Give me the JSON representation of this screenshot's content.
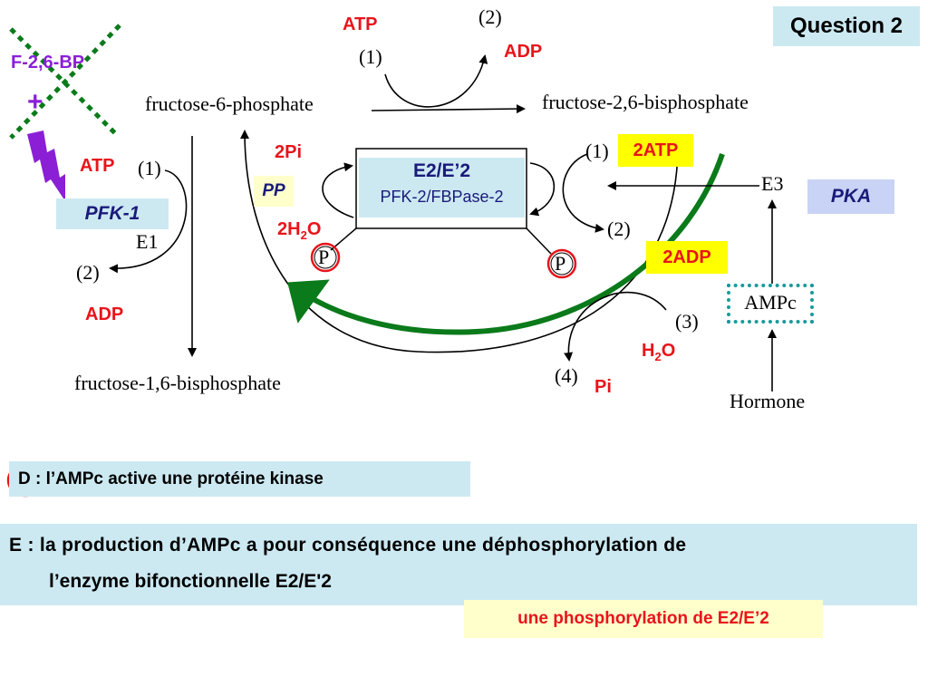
{
  "title": "Question 2",
  "top_reaction": {
    "substrate": "fructose-6-phosphate",
    "product": "fructose-2,6-bisphosphate",
    "atp": "ATP",
    "adp": "ADP",
    "step1": "(1)",
    "step2": "(2)"
  },
  "left_reaction": {
    "product": "fructose-1,6-bisphosphate",
    "atp": "ATP",
    "adp": "ADP",
    "step1": "(1)",
    "step2": "(2)",
    "enzyme_label": "E1",
    "enzyme_name": "PFK-1",
    "activator": "F-2,6-BP",
    "plus": "+"
  },
  "center": {
    "enzyme_line1": "E2/E’2",
    "enzyme_line2": "PFK-2/FBPase-2",
    "pi2": "2Pi",
    "pp": "PP",
    "h2o_prefix": "2H",
    "h2o_sub": "2",
    "h2o_suffix": "O",
    "p_left": "P",
    "p_right": "P"
  },
  "right_side": {
    "step1": "(1)",
    "atp2": "2ATP",
    "step2": "(2)",
    "adp2": "2ADP",
    "step3": "(3)",
    "h2o_prefix": "H",
    "h2o_sub": "2",
    "h2o_suffix": "O",
    "step4": "(4)",
    "pi": "Pi",
    "e3": "E3",
    "pka": "PKA",
    "ampc": "AMPc",
    "hormone": "Hormone"
  },
  "answers": {
    "d_letter": "D",
    "d_text": " : l’AMPc active une protéine kinase",
    "e_line1": "E : la production d’AMPc a pour conséquence une déphosphorylation de",
    "e_line2": "l’enzyme bifonctionnelle E2/E'2",
    "correction": "une phosphorylation de E2/E’2"
  },
  "colors": {
    "red": "#e8141b",
    "purple": "#8b1fd6",
    "green": "#0a7a1a",
    "light_blue": "#cce9f2",
    "yellow": "#ffff00",
    "teal": "#1a9a9a",
    "pka_box": "#c9d3f5"
  },
  "icons": [
    "lightning-icon",
    "cross-mark-icon",
    "curved-arrow-icon",
    "straight-arrow-icon"
  ]
}
